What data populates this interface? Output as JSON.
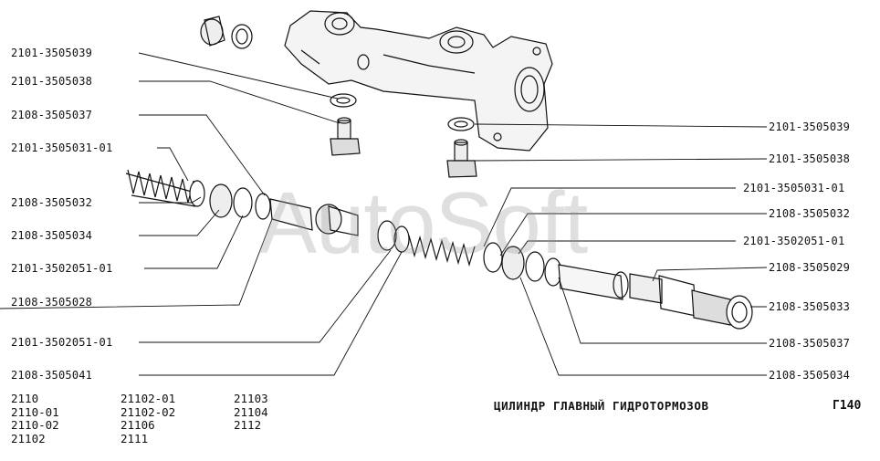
{
  "watermark": "AutoSoft",
  "title": "ЦИЛИНДР ГЛАВНЫЙ ГИДРОТОРМОЗОВ",
  "page_number": "Г140",
  "left_labels": [
    "2101-3505039",
    "2101-3505038",
    "2108-3505037",
    "2101-3505031-01",
    "2108-3505032",
    "2108-3505034",
    "2101-3502051-01",
    "2108-3505028",
    "2101-3502051-01",
    "2108-3505041"
  ],
  "right_labels": [
    "2101-3505039",
    "2101-3505038",
    "2101-3505031-01",
    "2108-3505032",
    "2101-3502051-01",
    "2108-3505029",
    "2108-3505033",
    "2108-3505037",
    "2108-3505034"
  ],
  "models": {
    "col1": [
      "2110",
      "2110-01",
      "2110-02",
      "21102"
    ],
    "col2": [
      "21102-01",
      "21102-02",
      "21106",
      "2111"
    ],
    "col3": [
      "21103",
      "21104",
      "2112"
    ]
  },
  "colors": {
    "ink": "#111111",
    "watermark": "#969696",
    "background": "#ffffff"
  }
}
